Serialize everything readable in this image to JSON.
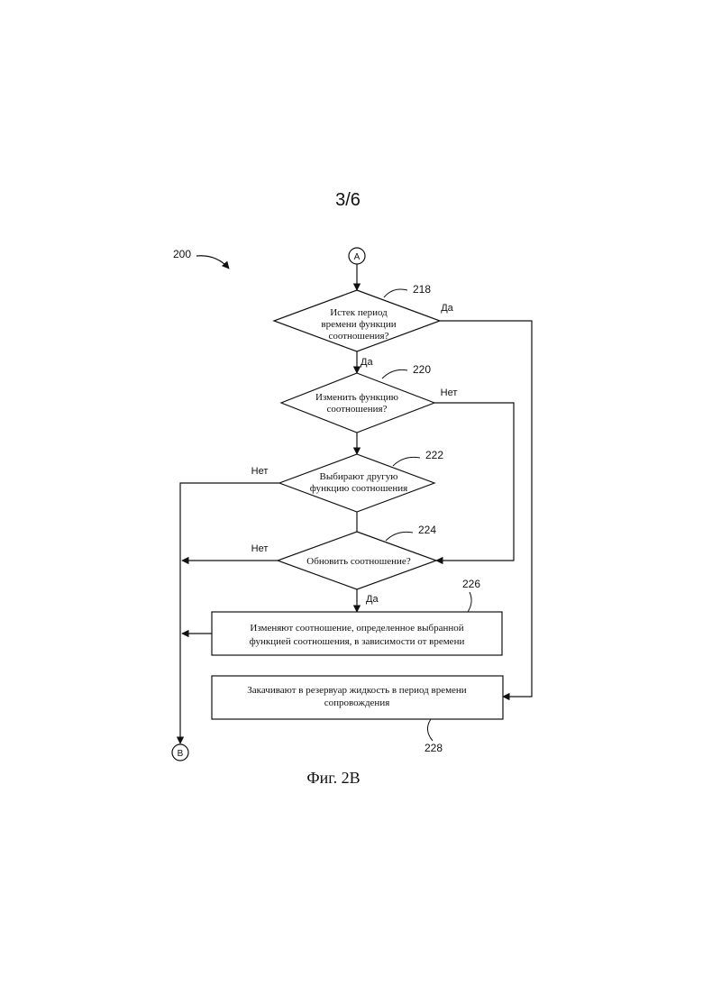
{
  "page_number": "3/6",
  "figure_ref": "200",
  "connectors": {
    "start": "A",
    "end": "B"
  },
  "nodes": {
    "d218": {
      "ref": "218",
      "lines": [
        "Истек период",
        "времени функции",
        "соотношения?"
      ]
    },
    "d220": {
      "ref": "220",
      "lines": [
        "Изменить функцию",
        "соотношения?"
      ]
    },
    "d222": {
      "ref": "222",
      "lines": [
        "Выбирают другую",
        "функцию соотношения"
      ]
    },
    "d224": {
      "ref": "224",
      "lines": [
        "Обновить соотношение?"
      ]
    },
    "b226": {
      "ref": "226",
      "lines": [
        "Изменяют соотношение, определенное выбранной",
        "функцией соотношения, в зависимости от времени"
      ]
    },
    "b228": {
      "ref": "228",
      "lines": [
        "Закачивают в резервуар жидкость в период времени",
        "сопровождения"
      ]
    }
  },
  "edge_labels": {
    "d218_yes_right": "Да",
    "d218_yes_down": "Да",
    "d220_no": "Нет",
    "d222_no": "Нет",
    "d224_no": "Нет",
    "d224_yes": "Да"
  },
  "caption": "Фиг. 2В"
}
